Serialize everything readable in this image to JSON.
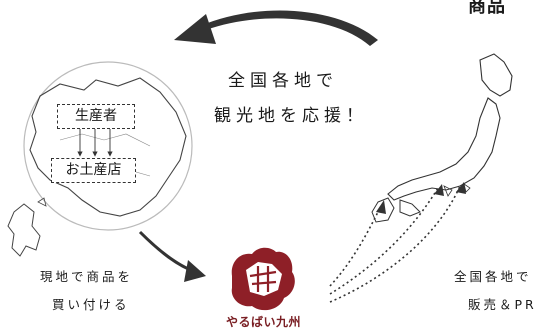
{
  "header": {
    "label": "商品"
  },
  "center_message": {
    "line1": "全国各地で",
    "line2": "観光地を応援！"
  },
  "left_caption": {
    "line1": "現地で商品を",
    "line2": "買い付ける"
  },
  "right_caption": {
    "line1": "全国各地で",
    "line2": "販売＆PR"
  },
  "flow_boxes": {
    "producer": "生産者",
    "shop": "お土産店"
  },
  "brand": {
    "name": "やるばい九州",
    "color": "#8e1f27"
  },
  "colors": {
    "ink": "#1a1a1a",
    "circle": "#bbbbbb"
  }
}
